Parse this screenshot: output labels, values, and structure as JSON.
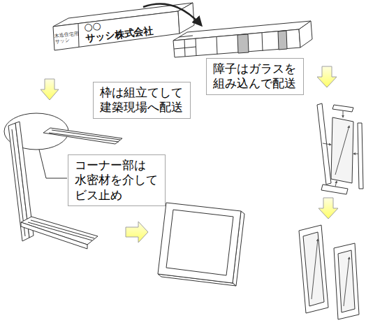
{
  "diagram": {
    "nodes": [
      {
        "text": [
          "障子はガラスを 組み込んで配送"
        ]
      },
      {
        "text": [
          "枠は組立てして 建築現場へ配送"
        ]
      },
      {
        "text": [
          "コーナー部は 水密材を介して ビス止め"
        ]
      }
    ],
    "labels": [
      "○○サッシ株式会社",
      "木造住宅用 サッシ"
    ]
  }
}
